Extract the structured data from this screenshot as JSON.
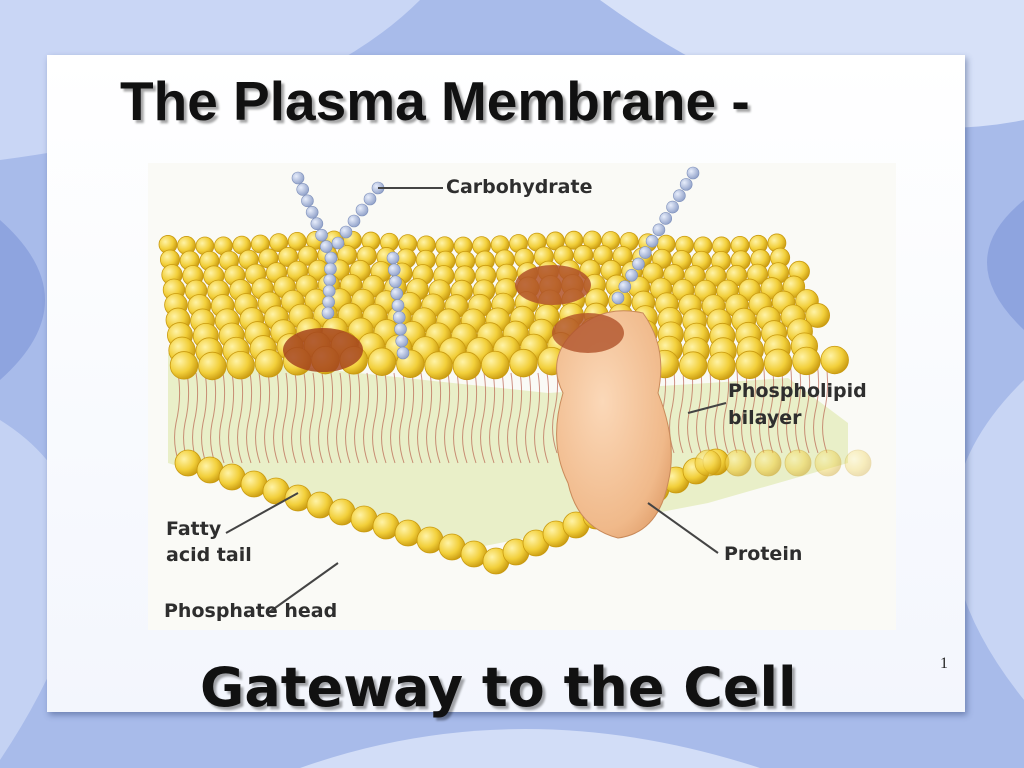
{
  "slide": {
    "title": "The Plasma Membrane -",
    "subtitle": "Gateway to the Cell",
    "page_number": "1"
  },
  "diagram": {
    "labels": {
      "carbohydrate": "Carbohydrate",
      "phospholipid_line1": "Phospholipid",
      "phospholipid_line2": "bilayer",
      "fatty_line1": "Fatty",
      "fatty_line2": "acid tail",
      "protein": "Protein",
      "phosphate_head": "Phosphate head"
    }
  },
  "colors": {
    "head_fill": "#f2cf3a",
    "head_outline": "#c99a10",
    "protein_fill": "#f0b98a",
    "carbohydrate_bead": "#aab8d8",
    "background_accent": "#9fb3e6"
  }
}
